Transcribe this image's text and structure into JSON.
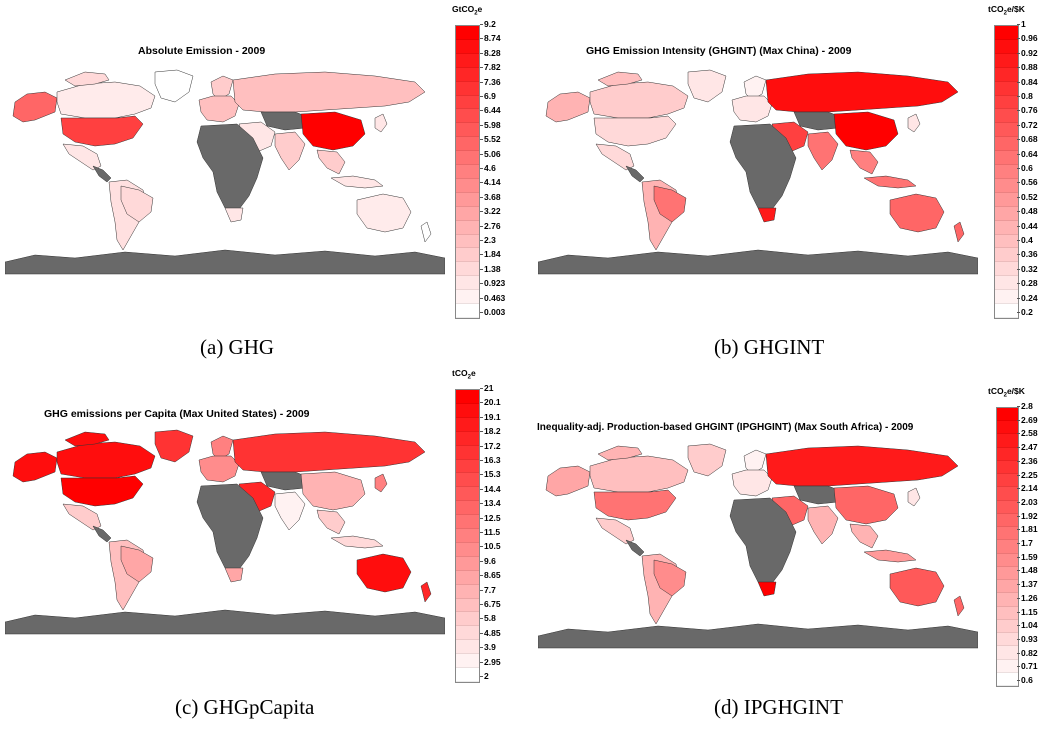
{
  "panels": [
    {
      "id": "a",
      "title": "Absolute Emission - 2009",
      "caption": "(a) GHG",
      "unit_base": "GtCO",
      "unit_sub": "2",
      "unit_tail": "e",
      "ticks": [
        "9.2",
        "8.74",
        "8.28",
        "7.82",
        "7.36",
        "6.9",
        "6.44",
        "5.98",
        "5.52",
        "5.06",
        "4.6",
        "4.14",
        "3.68",
        "3.22",
        "2.76",
        "2.3",
        "1.84",
        "1.38",
        "0.923",
        "0.463",
        "0.003"
      ],
      "regions": {
        "north_america": 0.15,
        "canada": 0.08,
        "greenland": 0.0,
        "alaska": 0.6,
        "usa": 0.75,
        "mexico": 0.1,
        "central_america": -1,
        "south_america": 0.12,
        "brazil": 0.15,
        "europe": 0.25,
        "scandinavia": 0.2,
        "russia": 0.25,
        "middle_east": 0.1,
        "africa": -1,
        "south_africa": 0.1,
        "central_asia": -1,
        "india": 0.2,
        "china": 1.0,
        "southeast_asia": 0.2,
        "indonesia": 0.1,
        "japan": 0.1,
        "australia": 0.08,
        "new_zealand": 0.0,
        "antarctica": -1
      }
    },
    {
      "id": "b",
      "title": "GHG Emission Intensity (GHGINT) (Max China) - 2009",
      "caption": "(b) GHGINT",
      "unit_base": "tCO",
      "unit_sub": "2",
      "unit_tail": "e/$K",
      "ticks": [
        "1",
        "0.96",
        "0.92",
        "0.88",
        "0.84",
        "0.8",
        "0.76",
        "0.72",
        "0.68",
        "0.64",
        "0.6",
        "0.56",
        "0.52",
        "0.48",
        "0.44",
        "0.4",
        "0.36",
        "0.32",
        "0.28",
        "0.24",
        "0.2"
      ],
      "regions": {
        "north_america": 0.25,
        "canada": 0.2,
        "greenland": 0.1,
        "alaska": 0.3,
        "usa": 0.15,
        "mexico": 0.15,
        "central_america": -1,
        "south_america": 0.3,
        "brazil": 0.55,
        "europe": 0.1,
        "scandinavia": 0.05,
        "russia": 0.95,
        "middle_east": 0.75,
        "africa": -1,
        "south_africa": 0.9,
        "central_asia": -1,
        "india": 0.55,
        "china": 1.0,
        "southeast_asia": 0.5,
        "indonesia": 0.55,
        "japan": 0.1,
        "australia": 0.6,
        "new_zealand": 0.6,
        "antarctica": -1
      }
    },
    {
      "id": "c",
      "title": "GHG emissions per Capita (Max United States) - 2009",
      "caption": "(c) GHGpCapita",
      "unit_base": "tCO",
      "unit_sub": "2",
      "unit_tail": "e",
      "ticks": [
        "21",
        "20.1",
        "19.1",
        "18.2",
        "17.2",
        "16.3",
        "15.3",
        "14.4",
        "13.4",
        "12.5",
        "11.5",
        "10.5",
        "9.6",
        "8.65",
        "7.7",
        "6.75",
        "5.8",
        "4.85",
        "3.9",
        "2.95",
        "2"
      ],
      "regions": {
        "north_america": 0.95,
        "canada": 0.95,
        "greenland": 0.8,
        "alaska": 0.95,
        "usa": 1.0,
        "mexico": 0.2,
        "central_america": -1,
        "south_america": 0.25,
        "brazil": 0.35,
        "europe": 0.45,
        "scandinavia": 0.5,
        "russia": 0.8,
        "middle_east": 0.85,
        "africa": -1,
        "south_africa": 0.35,
        "central_asia": -1,
        "india": 0.05,
        "china": 0.3,
        "southeast_asia": 0.2,
        "indonesia": 0.15,
        "japan": 0.5,
        "australia": 0.95,
        "new_zealand": 0.85,
        "antarctica": -1
      }
    },
    {
      "id": "d",
      "title": "Inequality-adj. Production-based GHGINT (IPGHGINT) (Max South Africa) - 2009",
      "caption": "(d) IPGHGINT",
      "unit_base": "tCO",
      "unit_sub": "2",
      "unit_tail": "e/$K",
      "ticks": [
        "2.8",
        "2.69",
        "2.58",
        "2.47",
        "2.36",
        "2.25",
        "2.14",
        "2.03",
        "1.92",
        "1.81",
        "1.7",
        "1.59",
        "1.48",
        "1.37",
        "1.26",
        "1.15",
        "1.04",
        "0.93",
        "0.82",
        "0.71",
        "0.6"
      ],
      "regions": {
        "north_america": 0.3,
        "canada": 0.25,
        "greenland": 0.2,
        "alaska": 0.35,
        "usa": 0.55,
        "mexico": 0.2,
        "central_america": -1,
        "south_america": 0.3,
        "brazil": 0.45,
        "europe": 0.1,
        "scandinavia": 0.05,
        "russia": 0.9,
        "middle_east": 0.6,
        "africa": -1,
        "south_africa": 1.0,
        "central_asia": -1,
        "india": 0.3,
        "china": 0.6,
        "southeast_asia": 0.3,
        "indonesia": 0.4,
        "japan": 0.1,
        "australia": 0.65,
        "new_zealand": 0.6,
        "antarctica": -1
      }
    }
  ],
  "colors": {
    "low": "#ffffff",
    "high": "#ff0000",
    "no_data": "#696969",
    "border": "#333333"
  }
}
